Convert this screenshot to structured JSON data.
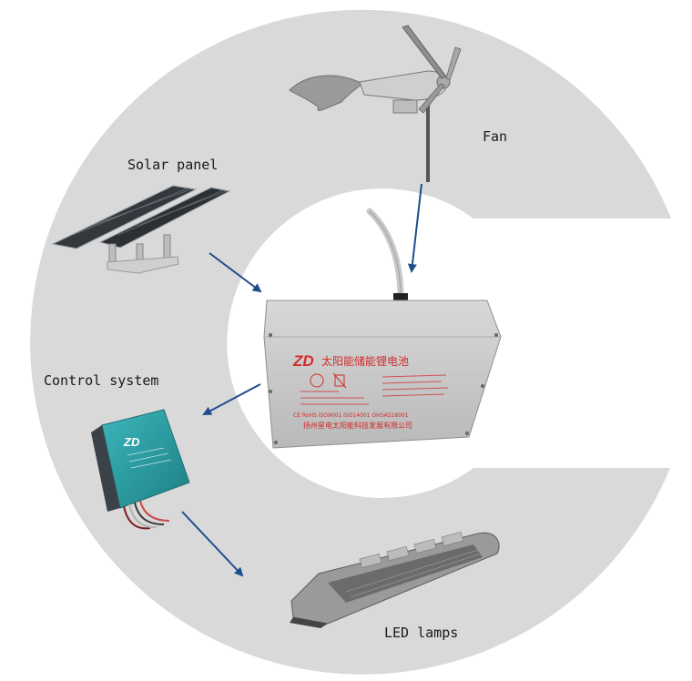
{
  "labels": {
    "fan": "Fan",
    "solar_panel": "Solar panel",
    "control_system": "Control system",
    "led_lamps": "LED lamps"
  },
  "battery": {
    "logo": "ZD",
    "title": "太阳能储能锂电池",
    "footer": "扬州星电太阳能科技发展有限公司",
    "cert": "CE RoHS ISO9001 ISO14001 OHSAS18001"
  },
  "controller": {
    "logo": "ZD"
  },
  "colors": {
    "ring": "#d9d9d9",
    "arrow": "#1f4e8c",
    "battery_body": "#c8c8c8",
    "battery_text": "#d42a2a",
    "controller": "#2ea3a8"
  },
  "icons": {
    "fan": "wind-turbine-icon",
    "solar": "solar-panel-icon",
    "battery": "battery-pack-icon",
    "controller": "charge-controller-icon",
    "led": "street-lamp-icon"
  }
}
